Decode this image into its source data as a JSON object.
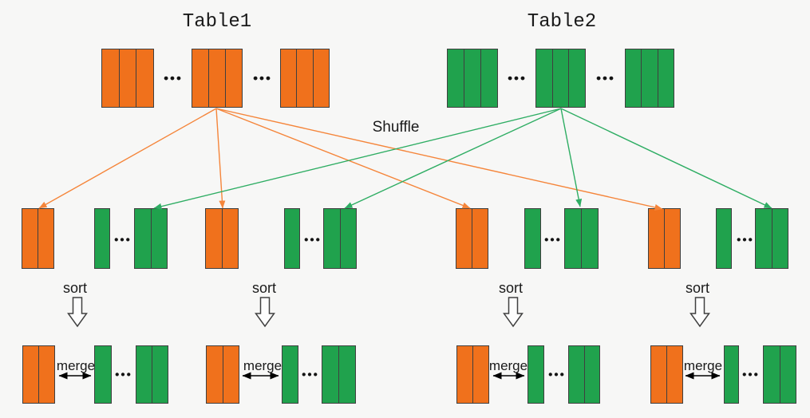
{
  "diagram": {
    "table1_title": "Table1",
    "table2_title": "Table2",
    "shuffle_label": "Shuffle",
    "sort_label": "sort",
    "merge_label": "merge",
    "ellipsis": "•••",
    "colors": {
      "table1_fill": "#F0711C",
      "table2_fill": "#20A24D",
      "orange_arrow": "#F5853A",
      "green_arrow": "#2EAD63",
      "block_border": "#3F3F3F",
      "sort_arrow_fill": "#FDFDFD",
      "sort_arrow_stroke": "#404040",
      "merge_arrow": "#000000",
      "text": "#1A1A1A",
      "background": "#F7F7F6"
    }
  }
}
